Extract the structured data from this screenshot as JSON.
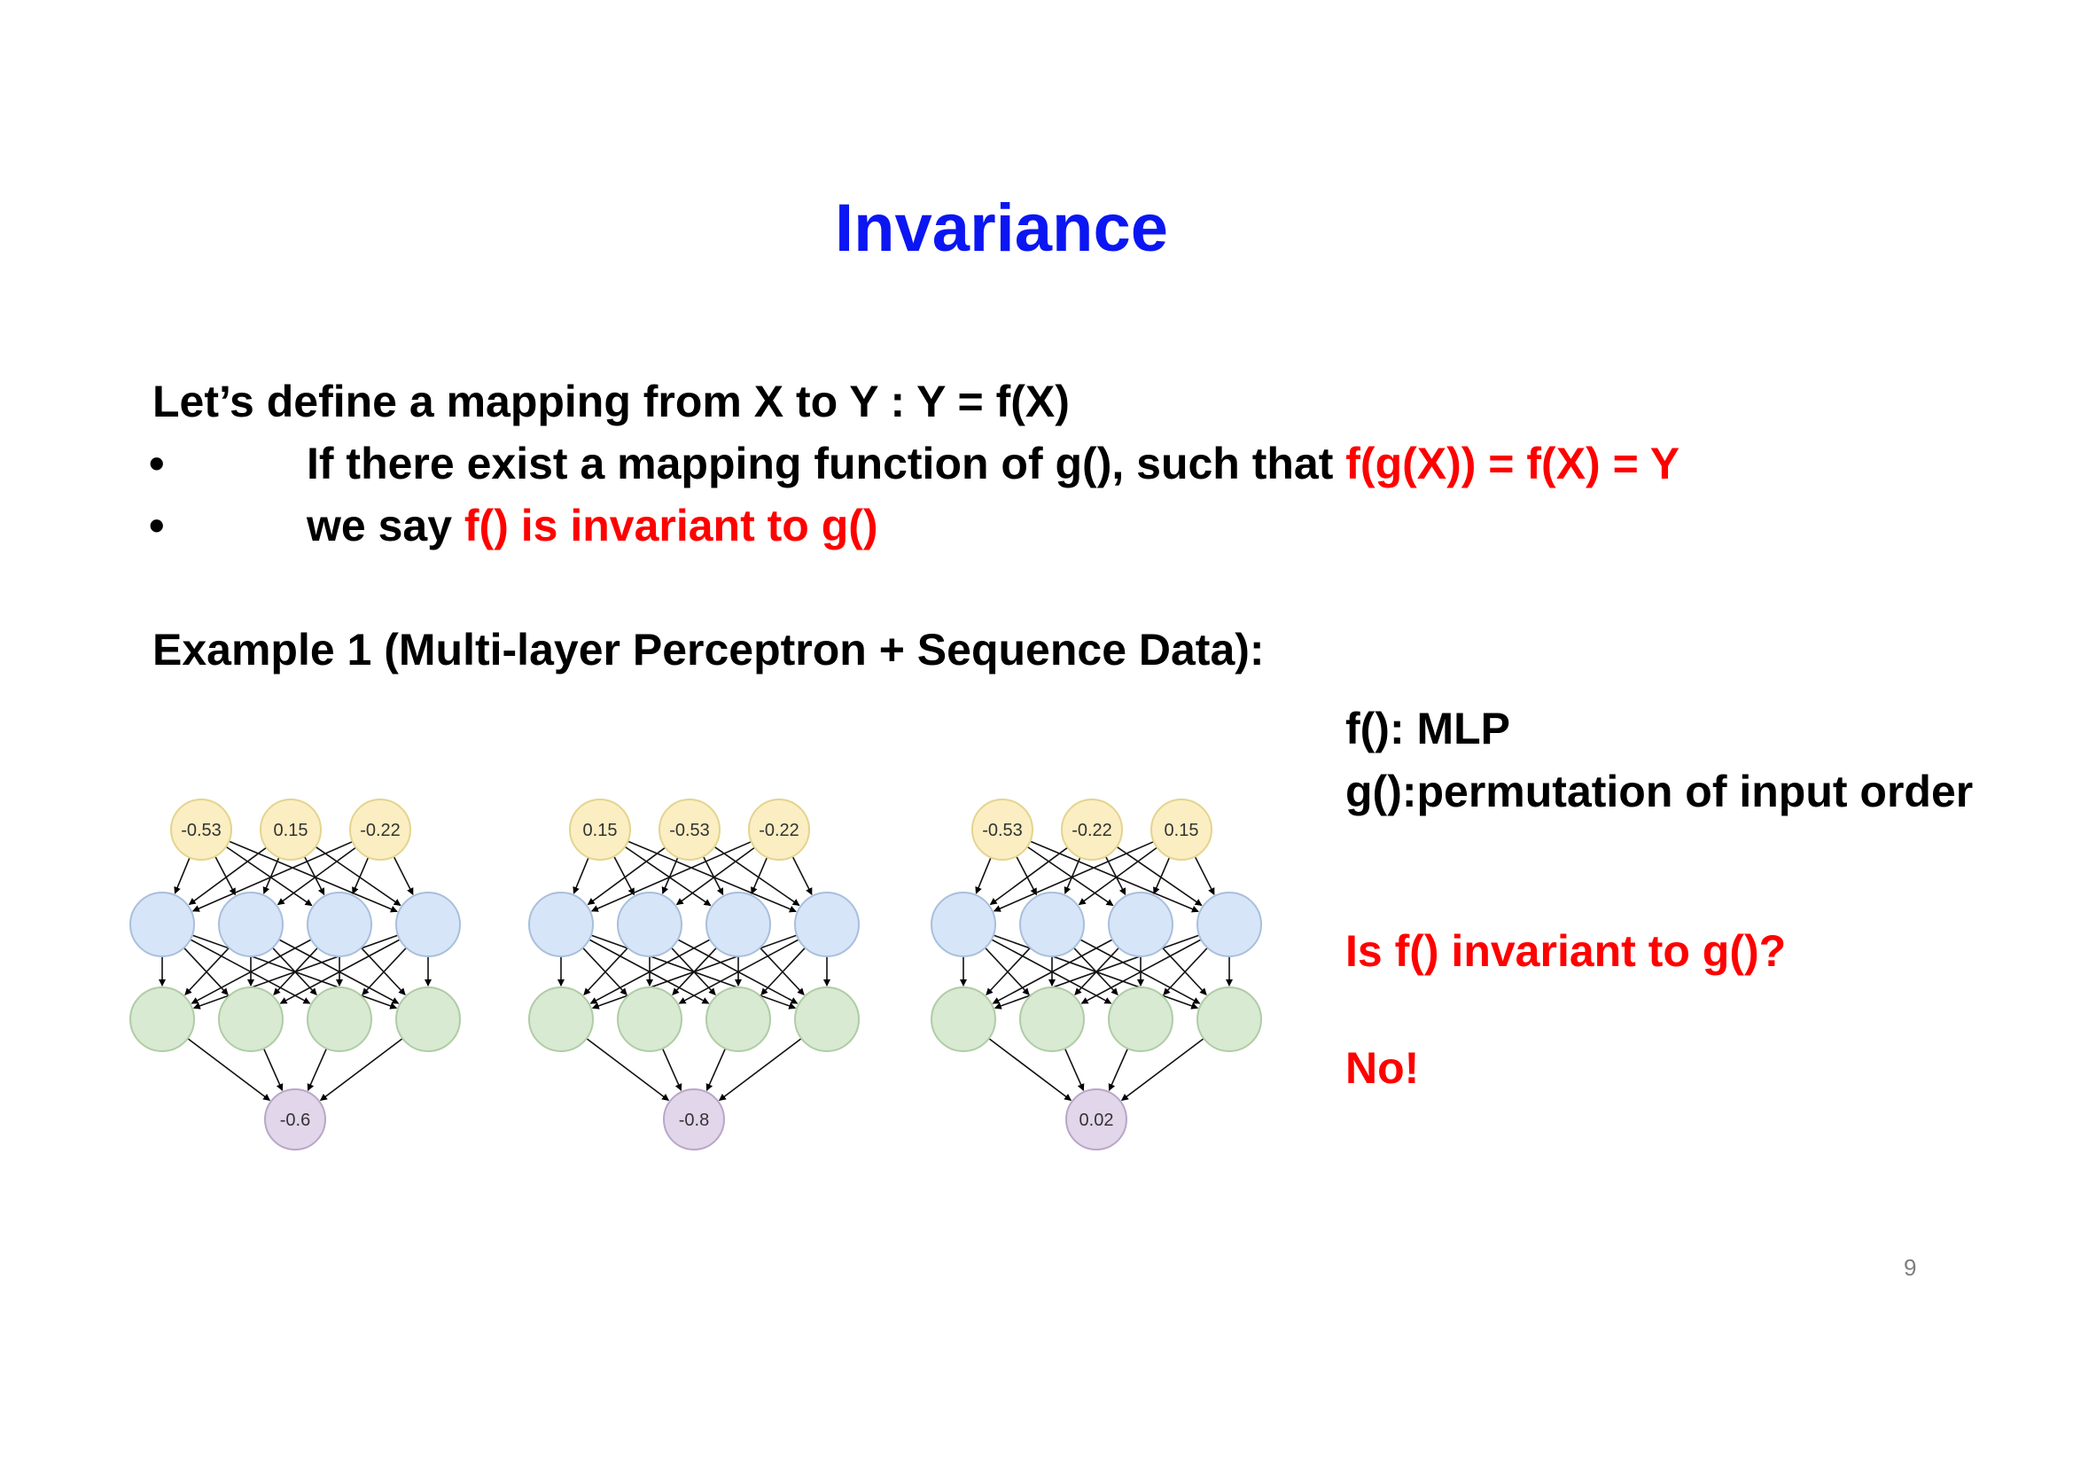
{
  "title": "Invariance",
  "definition": "Let’s define a mapping from X to Y : Y = f(X)",
  "bullets": [
    {
      "marker": "•",
      "text": "If there exist a mapping function of g(), such that ",
      "highlight": "f(g(X)) = f(X) = Y"
    },
    {
      "marker": "•",
      "text": "we say ",
      "highlight": "f() is invariant to g()"
    }
  ],
  "example_heading": "Example 1 (Multi-layer Perceptron + Sequence Data):",
  "side_panel": {
    "f_label": "f(): MLP",
    "g_label": "g():permutation of input order",
    "question": "Is f() invariant to g()?",
    "answer": "No!"
  },
  "networks": [
    {
      "inputs": [
        "-0.53",
        "0.15",
        "-0.22"
      ],
      "output": "-0.6"
    },
    {
      "inputs": [
        "0.15",
        "-0.53",
        "-0.22"
      ],
      "output": "-0.8"
    },
    {
      "inputs": [
        "-0.53",
        "-0.22",
        "0.15"
      ],
      "output": "0.02"
    }
  ],
  "colors": {
    "title": "#0b16f2",
    "highlight": "#ff0000",
    "input_node": "#fbeec2",
    "hidden_node_1": "#d7e5f8",
    "hidden_node_2": "#d8ead2",
    "output_node": "#e1d6ea"
  },
  "page_number": "9"
}
